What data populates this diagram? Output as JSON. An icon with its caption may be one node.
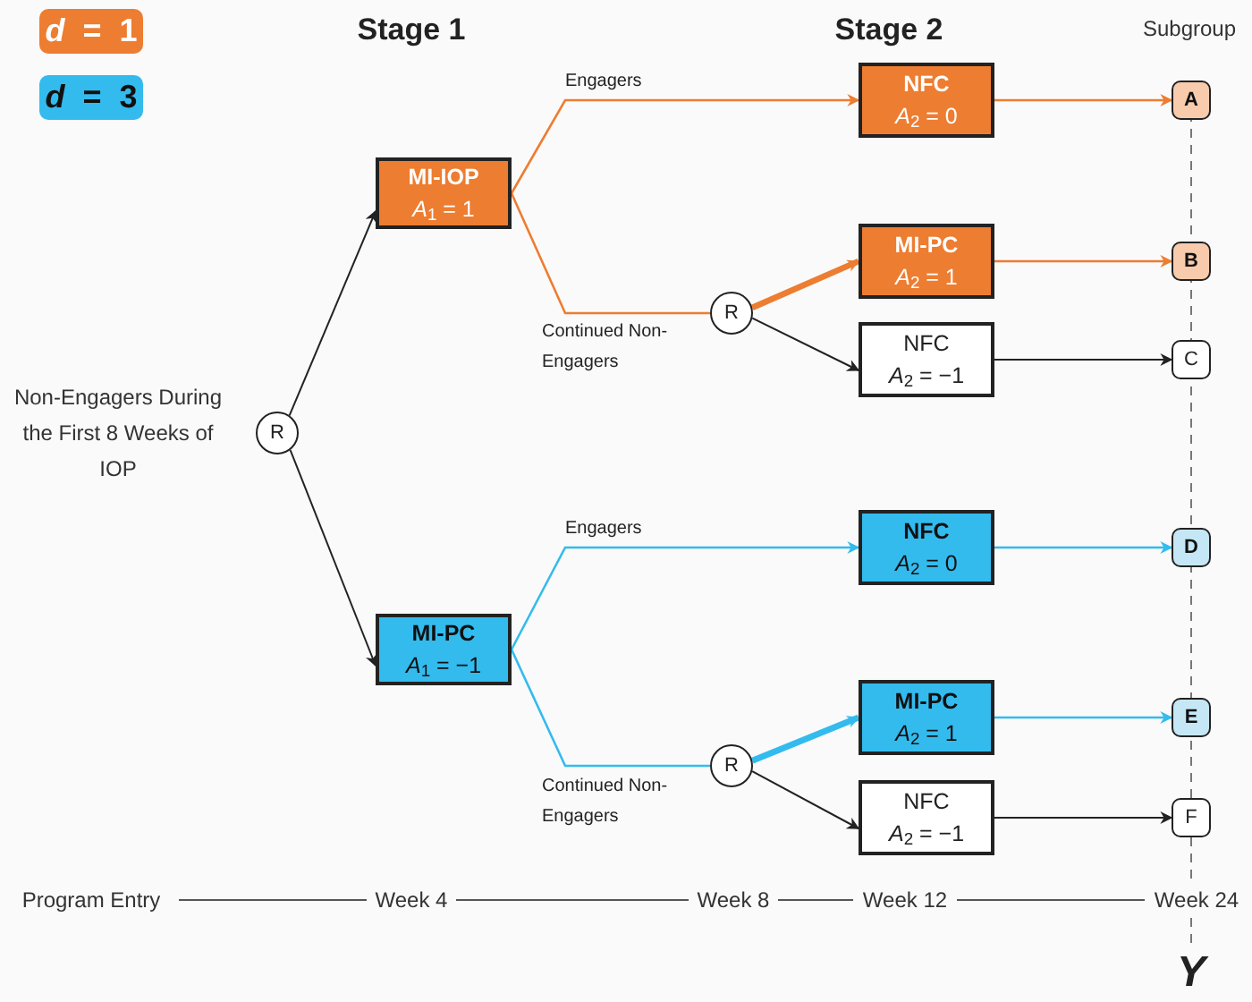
{
  "diagram": {
    "nodes": [
      {
        "text": [
          "R"
        ]
      },
      {
        "text": [
          "MI-IOP",
          "*A*$_{1}$ = 1"
        ]
      },
      {
        "text": [
          "MI-PC",
          "*A*$_{1}$ = −1"
        ]
      },
      {
        "text": [
          "NFC",
          "*A*$_{2}$ = 0"
        ]
      },
      {
        "text": [
          "R"
        ]
      },
      {
        "text": [
          "MI-PC",
          "*A*$_{2}$ = 1"
        ]
      },
      {
        "text": [
          "NFC",
          "*A*$_{2}$ = −1"
        ]
      },
      {
        "text": [
          "NFC",
          "*A*$_{2}$ = 0"
        ]
      },
      {
        "text": [
          "R"
        ]
      },
      {
        "text": [
          "MI-PC",
          "*A*$_{2}$ = 1"
        ]
      },
      {
        "text": [
          "NFC",
          "*A*$_{2}$ = −1"
        ]
      },
      {
        "text": [
          "A"
        ]
      },
      {
        "text": [
          "B"
        ]
      },
      {
        "text": [
          "C"
        ]
      },
      {
        "text": [
          "D"
        ]
      },
      {
        "text": [
          "E"
        ]
      },
      {
        "text": [
          "F"
        ]
      }
    ],
    "edges": [
      {
        "from": 0,
        "to": 1,
        "arrow": "to"
      },
      {
        "from": 0,
        "to": 2,
        "arrow": "to"
      },
      {
        "from": 1,
        "to": 3,
        "arrow": "to",
        "label": "Engagers",
        "color": "#ed7d31"
      },
      {
        "from": 1,
        "to": 4,
        "arrow": "none",
        "label": "Continued Non-Engagers",
        "color": "#ed7d31"
      },
      {
        "from": 4,
        "to": 5,
        "arrow": "to",
        "style": "thick",
        "color": "#ed7d31"
      },
      {
        "from": 4,
        "to": 6,
        "arrow": "to"
      },
      {
        "from": 3,
        "to": 11,
        "arrow": "to",
        "color": "#ed7d31"
      },
      {
        "from": 5,
        "to": 12,
        "arrow": "to",
        "color": "#ed7d31"
      },
      {
        "from": 6,
        "to": 13,
        "arrow": "to"
      },
      {
        "from": 2,
        "to": 7,
        "arrow": "to",
        "label": "Engagers",
        "color": "#33bbee"
      },
      {
        "from": 2,
        "to": 8,
        "arrow": "none",
        "label": "Continued Non-Engagers",
        "color": "#33bbee"
      },
      {
        "from": 8,
        "to": 9,
        "arrow": "to",
        "style": "thick",
        "color": "#33bbee"
      },
      {
        "from": 8,
        "to": 10,
        "arrow": "to"
      },
      {
        "from": 7,
        "to": 14,
        "arrow": "to",
        "color": "#33bbee"
      },
      {
        "from": 9,
        "to": 15,
        "arrow": "to",
        "color": "#33bbee"
      },
      {
        "from": 10,
        "to": 16,
        "arrow": "to"
      }
    ],
    "labels": [
      "Stage 1",
      "Stage 2",
      "Subgroup",
      "Non-Engagers During the First 8 Weeks of IOP",
      "Program Entry",
      "Week 4",
      "Week 8",
      "Week 12",
      "Week 24",
      "Y"
    ],
    "legend": [
      {
        "text": "*d* = 1",
        "color": "#ed7d31"
      },
      {
        "text": "*d* = 3",
        "color": "#33bbee"
      }
    ]
  }
}
